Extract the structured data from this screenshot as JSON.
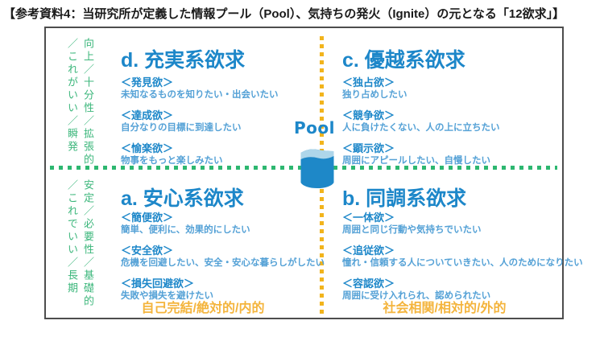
{
  "doc_title": "【参考資料4：当研究所が定義した情報プール（Pool）、気持ちの発火（Ignite）の元となる「12欲求」】",
  "pool": {
    "logo": "Pool"
  },
  "colors": {
    "heading_blue": "#1d87c9",
    "description_blue": "#54a1d6",
    "axis_green": "#2db770",
    "axis_yellow": "#f2b41c",
    "caption_green": "#3db77c",
    "caption_orange": "#f4b43c",
    "cylinder_blue": "#1e88c8",
    "water_light_blue": "#aed6ea"
  },
  "axes": {
    "top_left_vertical_col1": "向上／十分性／拡張的",
    "top_left_vertical_col2": "／これがいい／瞬発",
    "bottom_left_vertical_col1": "安定／必要性／基礎的",
    "bottom_left_vertical_col2": "／これでいい／長期",
    "bottom_left_caption": "自己完結/絶対的/内的",
    "bottom_right_caption": "社会相関/相対的/外的"
  },
  "quadrants": {
    "d": {
      "title": "d. 充実系欲求",
      "items": [
        {
          "label": "＜発見欲＞",
          "desc": "未知なるものを知りたい・出会いたい"
        },
        {
          "label": "＜達成欲＞",
          "desc": "自分なりの目標に到達したい"
        },
        {
          "label": "＜愉楽欲＞",
          "desc": "物事をもっと楽しみたい"
        }
      ]
    },
    "c": {
      "title": "c. 優越系欲求",
      "items": [
        {
          "label": "＜独占欲＞",
          "desc": "独り占めしたい"
        },
        {
          "label": "＜競争欲＞",
          "desc": "人に負けたくない、人の上に立ちたい"
        },
        {
          "label": "＜顕示欲＞",
          "desc": "周囲にアピールしたい、自慢したい"
        }
      ]
    },
    "a": {
      "title": "a. 安心系欲求",
      "items": [
        {
          "label": "＜簡便欲＞",
          "desc": "簡単、便利に、効果的にしたい"
        },
        {
          "label": "＜安全欲＞",
          "desc": "危機を回避したい、安全・安心な暮らしがしたい"
        },
        {
          "label": "＜損失回避欲＞",
          "desc": "失敗や損失を避けたい"
        }
      ]
    },
    "b": {
      "title": "b. 同調系欲求",
      "items": [
        {
          "label": "＜一体欲＞",
          "desc": "周囲と同じ行動や気持ちでいたい"
        },
        {
          "label": "＜追従欲＞",
          "desc": "憧れ・信頼する人についていきたい、人のためになりたい"
        },
        {
          "label": "＜容認欲＞",
          "desc": "周囲に受け入れられ、認められたい"
        }
      ]
    }
  }
}
